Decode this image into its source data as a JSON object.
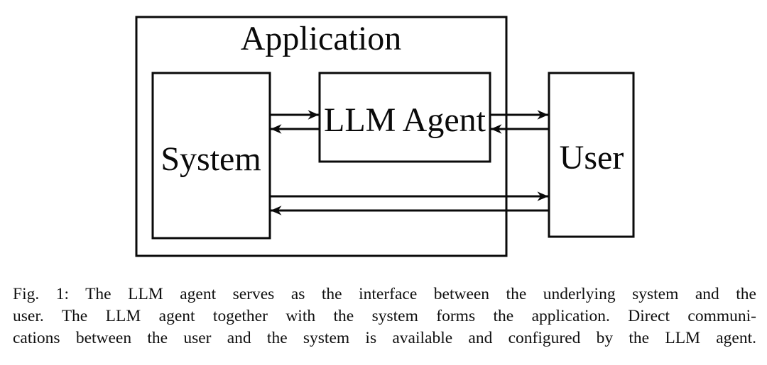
{
  "figure": {
    "kind": "block-diagram",
    "colors": {
      "stroke": "#0a0a0a",
      "background": "#ffffff",
      "text": "#111111"
    },
    "nodes": [
      {
        "id": "application",
        "label": "Application",
        "contains": [
          "system",
          "llm_agent"
        ]
      },
      {
        "id": "system",
        "label": "System"
      },
      {
        "id": "llm_agent",
        "label": "LLM Agent"
      },
      {
        "id": "user",
        "label": "User"
      }
    ],
    "connections": [
      {
        "from": "system",
        "to": "llm_agent",
        "arrowhead_at": "llm_agent"
      },
      {
        "from": "llm_agent",
        "to": "system",
        "arrowhead_at": "system"
      },
      {
        "from": "llm_agent",
        "to": "user",
        "arrowhead_at": "user"
      },
      {
        "from": "user",
        "to": "llm_agent",
        "arrowhead_at": "llm_agent"
      },
      {
        "from": "system",
        "to": "user",
        "arrowhead_at": "user"
      },
      {
        "from": "user",
        "to": "system",
        "arrowhead_at": "system"
      }
    ]
  },
  "caption": {
    "label": "Fig. 1:",
    "lines": [
      "Fig. 1: The LLM agent serves as the interface between the underlying system and the",
      "user. The LLM agent together with the system forms the application. Direct communi-",
      "cations between the user and the system is available and configured by the LLM agent."
    ],
    "full_text": "Fig. 1: The LLM agent serves as the interface between the underlying system and the user. The LLM agent together with the system forms the application. Direct communications between the user and the system is available and configured by the LLM agent."
  }
}
